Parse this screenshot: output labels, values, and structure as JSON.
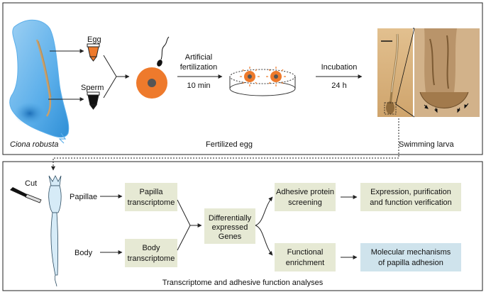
{
  "panel_top": {
    "species": "Ciona robusta",
    "egg_label": "Egg",
    "sperm_label": "Sperm",
    "fert_line1": "Artificial",
    "fert_line2": "fertilization",
    "fert_time": "10 min",
    "incubation_label": "Incubation",
    "incubation_time": "24 h",
    "fertilized_egg_label": "Fertilized egg",
    "swimming_larva_label": "Swimming larva"
  },
  "panel_bottom": {
    "cut_label": "Cut",
    "papillae_label": "Papillae",
    "body_label": "Body",
    "papilla_tx": [
      "Papilla",
      "transcriptome"
    ],
    "body_tx": [
      "Body",
      "transcriptome"
    ],
    "deg": [
      "Differentially",
      "expressed",
      "Genes"
    ],
    "adhesive_screen": [
      "Adhesive protein",
      "screening"
    ],
    "functional_enrich": [
      "Functional",
      "enrichment"
    ],
    "expression_verify": [
      "Expression, purification",
      "and function verification"
    ],
    "molecular_mech": [
      "Molecular mechanisms",
      "of papilla adhesion"
    ],
    "caption": "Transcriptome and adhesive function analyses"
  },
  "colors": {
    "box_green": "#e6e9d4",
    "box_blue": "#cfe3ec",
    "egg_orange": "#ee7a2c",
    "ciona_blue": "#4aa3e0",
    "larva_tan": "#d7b07e"
  }
}
